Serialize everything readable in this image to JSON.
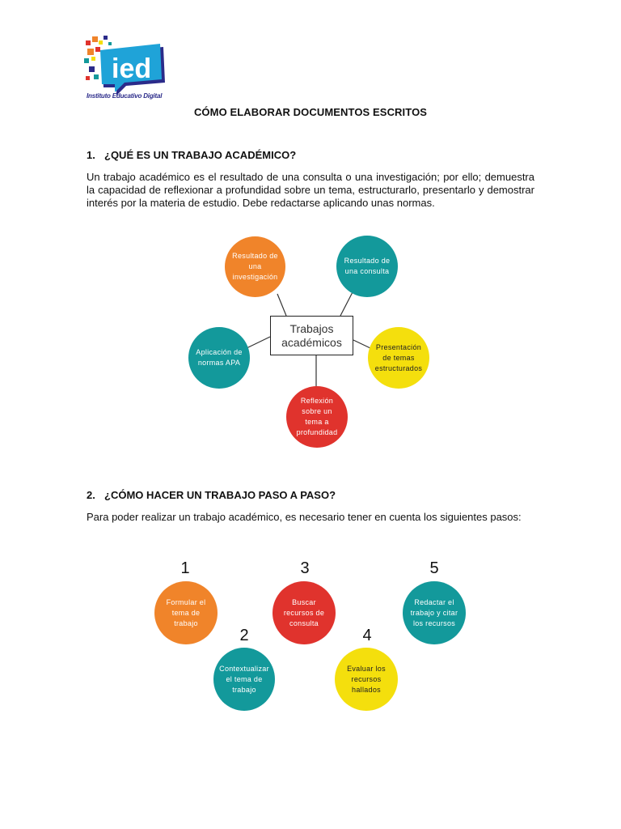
{
  "logo": {
    "wordmark": "ied",
    "tagline": "Instituto Educativo Digital"
  },
  "document": {
    "title": "CÓMO ELABORAR DOCUMENTOS ESCRITOS"
  },
  "section1": {
    "number": "1.",
    "heading": "¿QUÉ ES UN TRABAJO ACADÉMICO?",
    "paragraph": "Un trabajo académico es el resultado de una consulta o una investigación; por ello; demuestra la capacidad de reflexionar a profundidad sobre un tema, estructurarlo, presentarlo y demostrar interés por la materia de estudio. Debe redactarse aplicando unas normas.",
    "diagram": {
      "center": "Trabajos académicos",
      "nodes": [
        {
          "label": "Resultado de una investigación",
          "color": "#f0842a"
        },
        {
          "label": "Resultado de una consulta",
          "color": "#13999b"
        },
        {
          "label": "Aplicación de normas APA",
          "color": "#13999b"
        },
        {
          "label": "Presentación de temas estructurados",
          "color": "#f4df0d"
        },
        {
          "label": "Reflexión sobre un tema a profundidad",
          "color": "#e0332d"
        }
      ]
    }
  },
  "section2": {
    "number": "2.",
    "heading": "¿CÓMO HACER UN TRABAJO PASO A PASO?",
    "paragraph": "Para poder realizar un trabajo académico, es necesario tener en cuenta los siguientes pasos:",
    "steps": [
      {
        "number": "1",
        "label": "Formular el tema de trabajo",
        "color": "#f0842a"
      },
      {
        "number": "2",
        "label": "Contextualizar el tema de trabajo",
        "color": "#13999b"
      },
      {
        "number": "3",
        "label": "Buscar recursos de consulta",
        "color": "#e0332d"
      },
      {
        "number": "4",
        "label": "Evaluar los recursos hallados",
        "color": "#f4df0d"
      },
      {
        "number": "5",
        "label": "Redactar el trabajo y citar los recursos",
        "color": "#13999b"
      }
    ]
  }
}
